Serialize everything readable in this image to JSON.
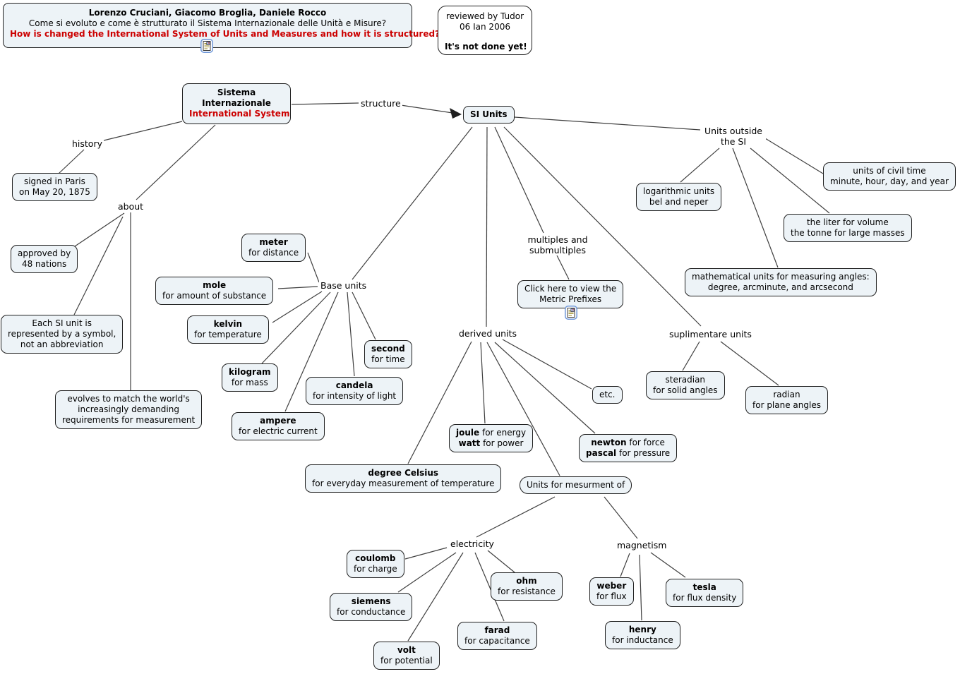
{
  "colors": {
    "node_fill": "#edf3f7",
    "node_border": "#1f1f1f",
    "line": "#3f3f3f",
    "accent_red": "#cc0000",
    "icon_blue": "#6d96d8"
  },
  "header": {
    "authors": "Lorenzo Cruciani, Giacomo Broglia, Daniele Rocco",
    "question_it": "Come si evoluto e come è strutturato il Sistema Internazionale delle Unità e Misure?",
    "question_en": "How is changed the International System of Units and Measures and how it is structured?"
  },
  "review_note": {
    "line1": "reviewed by Tudor",
    "line2": "06 Ian 2006",
    "line3": "It's not done yet!"
  },
  "labels": {
    "history": "history",
    "about": "about",
    "structure": "structure",
    "base_units": "Base units",
    "derived_units": "derived units",
    "multiples_l1": "multiples and",
    "multiples_l2": "submultiples",
    "units_outside_l1": "Units outside",
    "units_outside_l2": "the SI",
    "suplimentare": "suplimentare units",
    "electricity": "electricity",
    "magnetism": "magnetism"
  },
  "nodes": {
    "sistema": {
      "l1": "Sistema",
      "l2": "Internazionale",
      "l3": "International System"
    },
    "si_units": {
      "title": "SI Units"
    },
    "signed": {
      "l1": "signed in Paris",
      "l2": "on May 20, 1875"
    },
    "approved": {
      "l1": "approved by",
      "l2": "48 nations"
    },
    "each_si": {
      "l1": "Each SI unit is",
      "l2": "represented by a symbol,",
      "l3": "not an abbreviation"
    },
    "evolves": {
      "l1": "evolves to match the world's",
      "l2": "increasingly demanding",
      "l3": "requirements for measurement"
    },
    "meter": {
      "title": "meter",
      "sub": "for distance"
    },
    "mole": {
      "title": "mole",
      "sub": "for amount of substance"
    },
    "kelvin": {
      "title": "kelvin",
      "sub": "for temperature"
    },
    "kilogram": {
      "title": "kilogram",
      "sub": "for mass"
    },
    "second": {
      "title": "second",
      "sub": "for time"
    },
    "candela": {
      "title": "candela",
      "sub": "for intensity of light"
    },
    "ampere": {
      "title": "ampere",
      "sub": "for electric current"
    },
    "click_prefixes": {
      "l1": "Click here to view the",
      "l2": "Metric Prefixes"
    },
    "logarithmic": {
      "l1": "logarithmic units",
      "l2": "bel and neper"
    },
    "civil_time": {
      "l1": "units of civil time",
      "l2": "minute, hour, day, and year"
    },
    "liter_tonne": {
      "l1": "the liter for volume",
      "l2": "the tonne for large masses"
    },
    "math_units": {
      "l1": "mathematical units for measuring angles:",
      "l2": "degree, arcminute, and arcsecond"
    },
    "etc": {
      "title": "etc."
    },
    "joule_watt": {
      "l1b": "joule",
      "l1r": " for energy",
      "l2b": "watt",
      "l2r": " for power"
    },
    "newton_pascal": {
      "l1b": "newton",
      "l1r": " for force",
      "l2b": "pascal",
      "l2r": " for pressure"
    },
    "degree_celsius": {
      "title": "degree Celsius",
      "sub": "for everyday measurement of temperature"
    },
    "units_mesurment": {
      "title": "Units for mesurment of"
    },
    "steradian": {
      "l1": "steradian",
      "l2": "for solid angles"
    },
    "radian": {
      "l1": "radian",
      "l2": "for plane angles"
    },
    "coulomb": {
      "title": "coulomb",
      "sub": "for charge"
    },
    "siemens": {
      "title": "siemens",
      "sub": "for conductance"
    },
    "volt": {
      "title": "volt",
      "sub": "for potential"
    },
    "ohm": {
      "title": "ohm",
      "sub": "for resistance"
    },
    "farad": {
      "title": "farad",
      "sub": "for capacitance"
    },
    "weber": {
      "title": "weber",
      "sub": "for flux"
    },
    "henry": {
      "title": "henry",
      "sub": "for inductance"
    },
    "tesla": {
      "title": "tesla",
      "sub": "for flux density"
    }
  }
}
